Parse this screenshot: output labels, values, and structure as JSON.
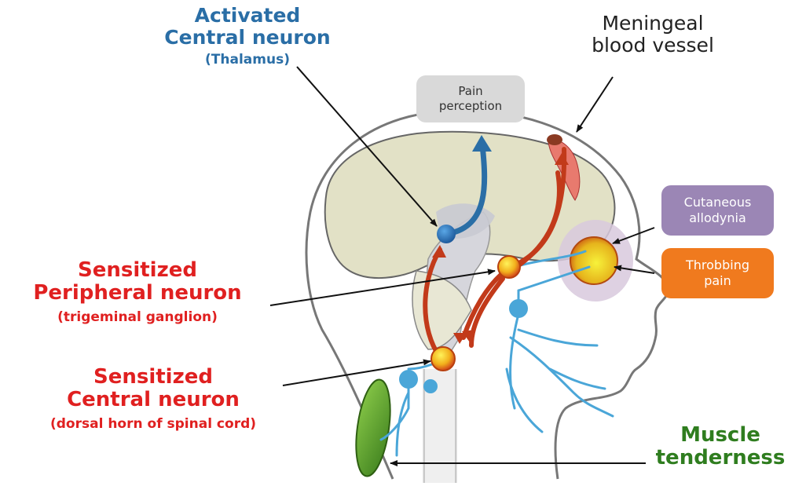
{
  "labels": {
    "activated_line1": "Activated",
    "activated_line2": "Central neuron",
    "activated_line3": "(Thalamus)",
    "meningeal_line1": "Meningeal",
    "meningeal_line2": "blood vessel",
    "peripheral_line1": "Sensitized",
    "peripheral_line2": "Peripheral neuron",
    "peripheral_line3": "(trigeminal ganglion)",
    "central_line1": "Sensitized",
    "central_line2": "Central neuron",
    "central_line3": "(dorsal horn of spinal cord)",
    "muscle_line1": "Muscle",
    "muscle_line2": "tenderness"
  },
  "boxes": {
    "pain_line1": "Pain",
    "pain_line2": "perception",
    "cutaneous_line1": "Cutaneous",
    "cutaneous_line2": "allodynia",
    "throbbing_line1": "Throbbing",
    "throbbing_line2": "pain"
  },
  "colors": {
    "activated_blue": "#2a6ea6",
    "sensitized_red": "#e02020",
    "muscle_green": "#2f7d1f",
    "cutaneous_purple": "#9b86b5",
    "throbbing_orange": "#f07a1e",
    "pain_gray": "#d9d9d9"
  }
}
